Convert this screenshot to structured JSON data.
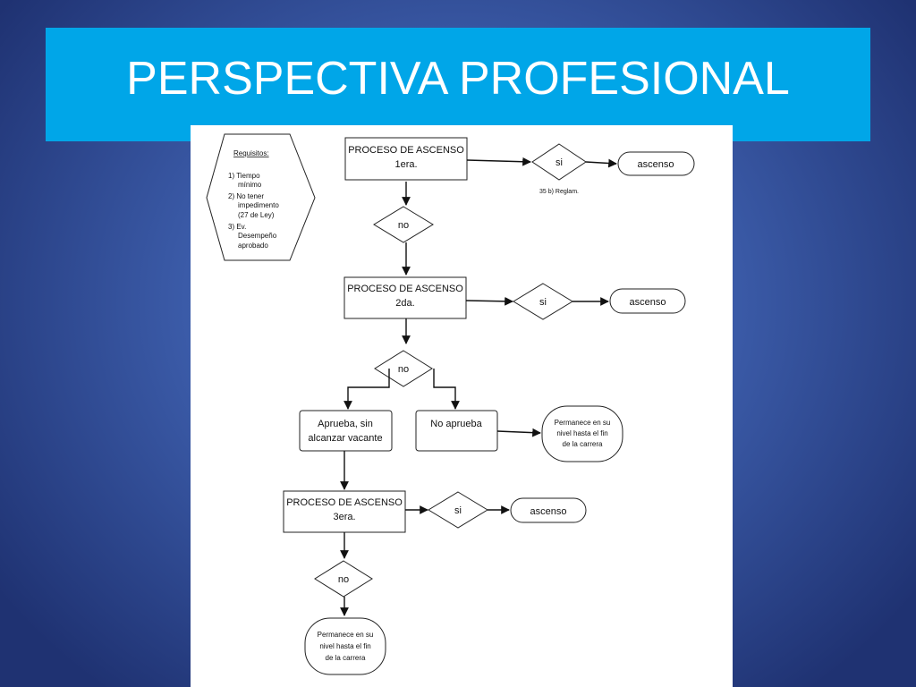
{
  "slide": {
    "title": "PERSPECTIVA PROFESIONAL"
  },
  "diagram": {
    "requirements": {
      "heading": "Requisitos:",
      "lines": [
        "1) Tiempo",
        "mínimo",
        "2) No tener",
        "impedimento",
        "(27 de Ley)",
        "3) Ev.",
        "Desempeño",
        "aprobado"
      ]
    },
    "process1": {
      "line1": "PROCESO DE ASCENSO",
      "line2": "1era."
    },
    "process2": {
      "line1": "PROCESO DE ASCENSO",
      "line2": "2da."
    },
    "process3": {
      "line1": "PROCESO DE ASCENSO",
      "line2": "3era."
    },
    "yes_label": "si",
    "no_label": "no",
    "promotion_label": "ascenso",
    "regulation_note": "35 b) Reglam.",
    "approves_no_vacancy": {
      "line1": "Aprueba, sin",
      "line2": "alcanzar vacante"
    },
    "not_approved": "No aprueba",
    "remains": {
      "line1": "Permanece en su",
      "line2": "nivel hasta el fin",
      "line3": "de la carrera"
    }
  },
  "colors": {
    "title_band": "#00a6e8",
    "background_center": "#5a7fcf",
    "background_edge": "#1f3272",
    "sheet": "#ffffff"
  }
}
